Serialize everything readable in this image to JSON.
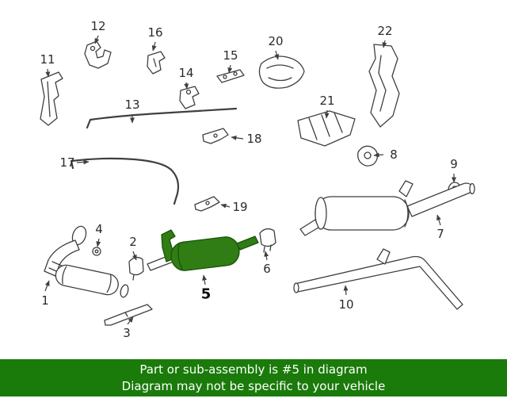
{
  "diagram": {
    "background": "#ffffff",
    "line_color": "#3f3f3f",
    "highlight_color": "#2f7d14",
    "highlighted_part": "5",
    "callouts": [
      {
        "label": "1"
      },
      {
        "label": "2"
      },
      {
        "label": "3"
      },
      {
        "label": "4"
      },
      {
        "label": "5",
        "highlighted": true
      },
      {
        "label": "6"
      },
      {
        "label": "7"
      },
      {
        "label": "8"
      },
      {
        "label": "9"
      },
      {
        "label": "10"
      },
      {
        "label": "11"
      },
      {
        "label": "12"
      },
      {
        "label": "13"
      },
      {
        "label": "14"
      },
      {
        "label": "15"
      },
      {
        "label": "16"
      },
      {
        "label": "17"
      },
      {
        "label": "18"
      },
      {
        "label": "19"
      },
      {
        "label": "20"
      },
      {
        "label": "21"
      },
      {
        "label": "22"
      }
    ]
  },
  "banner": {
    "background": "#1a7a0a",
    "text_color": "#ffffff",
    "line1": "Part or sub-assembly is #5 in diagram",
    "line2": "Diagram may not be specific to your vehicle"
  }
}
